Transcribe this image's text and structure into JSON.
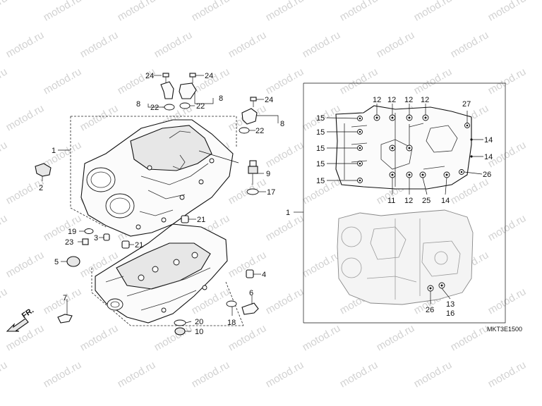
{
  "diagram_code": "MKT3E1500",
  "front_marker": "FR.",
  "watermark_text": "motod.ru",
  "callouts": {
    "c24a": "24",
    "c24b": "24",
    "c24c": "24",
    "c8a": "8",
    "c8b": "8",
    "c8c": "8",
    "c22a": "22",
    "c22b": "22",
    "c22c": "22",
    "c1a": "1",
    "c1b": "1",
    "c2": "2",
    "c9": "9",
    "c17": "17",
    "c21a": "21",
    "c21b": "21",
    "c19": "19",
    "c23": "23",
    "c3": "3",
    "c5": "5",
    "c4": "4",
    "c7": "7",
    "c6": "6",
    "c18": "18",
    "c20": "20",
    "c10": "10",
    "c12a": "12",
    "c12b": "12",
    "c12c": "12",
    "c12d": "12",
    "c12e": "12",
    "c27": "27",
    "c15a": "15",
    "c15b": "15",
    "c15c": "15",
    "c15d": "15",
    "c15e": "15",
    "c14a": "14",
    "c14b": "14",
    "c14c": "14",
    "c26a": "26",
    "c26b": "26",
    "c11": "11",
    "c25": "25",
    "c13": "13",
    "c16": "16"
  },
  "colors": {
    "line": "#111111",
    "watermark": "#d2d2d2",
    "background": "#ffffff"
  }
}
